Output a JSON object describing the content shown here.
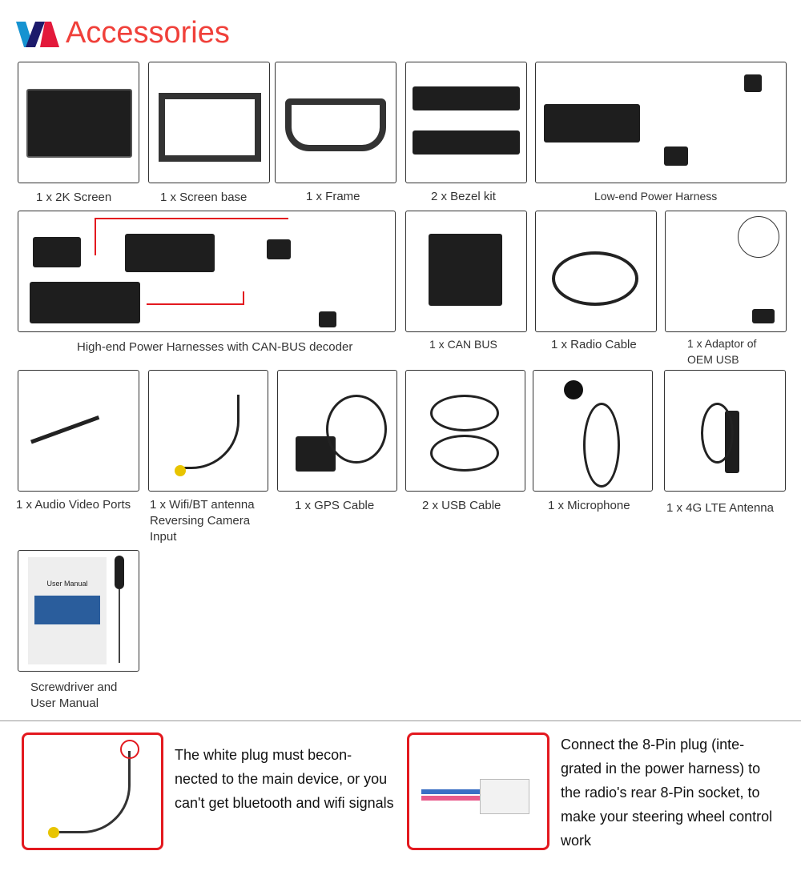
{
  "header": {
    "title": "Accessories",
    "logo_colors": [
      "#1693d1",
      "#1c1a6b",
      "#e3193b"
    ]
  },
  "items": [
    {
      "label": "1 x 2K Screen"
    },
    {
      "label": "1 x Screen base"
    },
    {
      "label": "1 x Frame"
    },
    {
      "label": "2 x Bezel kit"
    },
    {
      "label": "Low-end Power Harness"
    },
    {
      "label": "High-end Power Harnesses with CAN-BUS decoder"
    },
    {
      "label": "1 x CAN BUS"
    },
    {
      "label": "1 x Radio Cable"
    },
    {
      "label": "1 x Adaptor of OEM USB"
    },
    {
      "label": "1 x Audio Video Ports"
    },
    {
      "label": "1 x Wifi/BT antenna Reversing Camera Input"
    },
    {
      "label": "1 x GPS Cable"
    },
    {
      "label": "2 x USB Cable"
    },
    {
      "label": "1 x Microphone"
    },
    {
      "label": "1 x 4G LTE Antenna"
    },
    {
      "label": "Screwdriver and User Manual"
    }
  ],
  "manual_cover": "User Manual",
  "notes": [
    {
      "text": "The white plug must becon-nected to the main device, or you can't get bluetooth and wifi signals"
    },
    {
      "text": "Connect the 8-Pin plug (inte-grated in the power harness) to the radio's rear 8-Pin socket, to make your steering wheel control work"
    }
  ],
  "accent": "#e3191f"
}
